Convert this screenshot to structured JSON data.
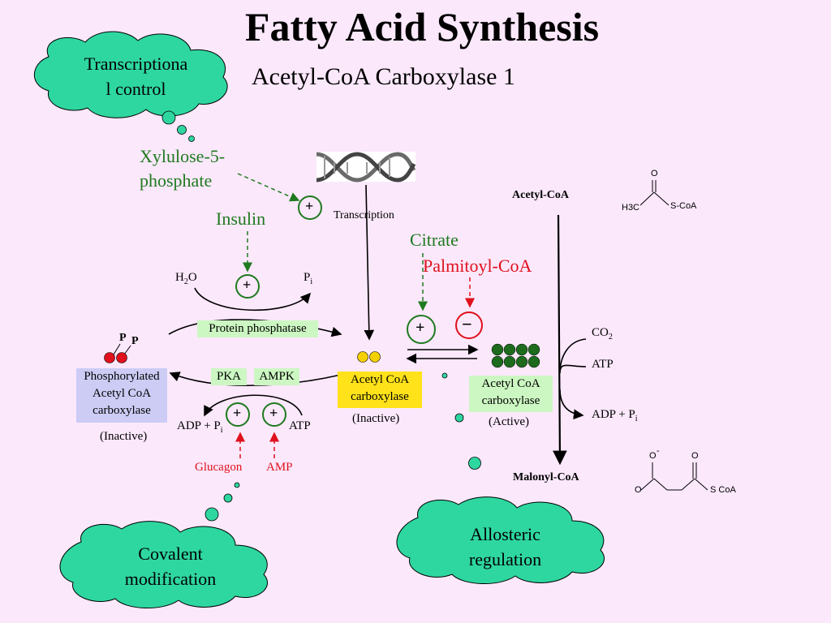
{
  "title": "Fatty Acid Synthesis",
  "subtitle": "Acetyl-CoA Carboxylase 1",
  "clouds": {
    "transcriptional": "Transcriptiona\nl control",
    "covalent": "Covalent\nmodification",
    "allosteric": "Allosteric\nregulation"
  },
  "labels": {
    "xylulose": "Xylulose-5-\nphosphate",
    "insulin": "Insulin",
    "transcription": "Transcription",
    "citrate": "Citrate",
    "palmitoyl": "Palmitoyl-CoA",
    "h2o": "H",
    "h2o_sub": "2",
    "h2o_end": "O",
    "pi": "P",
    "pi_sub": "i",
    "protein_phosphatase": "Protein phosphatase",
    "pka": "PKA",
    "ampk": "AMPK",
    "adp_pi": "ADP + P",
    "adp_pi_sub": "i",
    "atp": "ATP",
    "glucagon": "Glucagon",
    "amp": "AMP",
    "phospho_p1": "P",
    "phospho_p2": "P",
    "phosphorylated_acc": "Phosphorylated\nAcetyl CoA\ncarboxylase",
    "inactive_left": "(Inactive)",
    "acc_center": "Acetyl CoA\ncarboxylase",
    "inactive_center": "(Inactive)",
    "acc_active": "Acetyl CoA\ncarboxylase",
    "active": "(Active)",
    "acetyl_coa": "Acetyl-CoA",
    "malonyl_coa": "Malonyl-CoA",
    "co2": "CO",
    "co2_sub": "2",
    "atp_right": "ATP",
    "adp_pi_right": "ADP + P",
    "adp_pi_right_sub": "i",
    "plus": "+",
    "minus": "−",
    "chem_h3c": "H3C",
    "chem_scoa": "S-CoA",
    "chem_o": "O",
    "chem_o_minus": "O",
    "chem_minus": "-",
    "chem_scoa2": "S CoA"
  },
  "colors": {
    "background": "#fbe8fb",
    "cloud_fill": "#2ed7a0",
    "green": "#1f7a1f",
    "red": "#e0101c",
    "green_box": "#ccf7c2",
    "yellow_box": "#ffe21a",
    "lavender_box": "#ccccf5",
    "active_enzyme_dots": "#1e6b1e",
    "inactive_enzyme_dots": "#f5d000",
    "phospho_dots": "#e0101c"
  }
}
